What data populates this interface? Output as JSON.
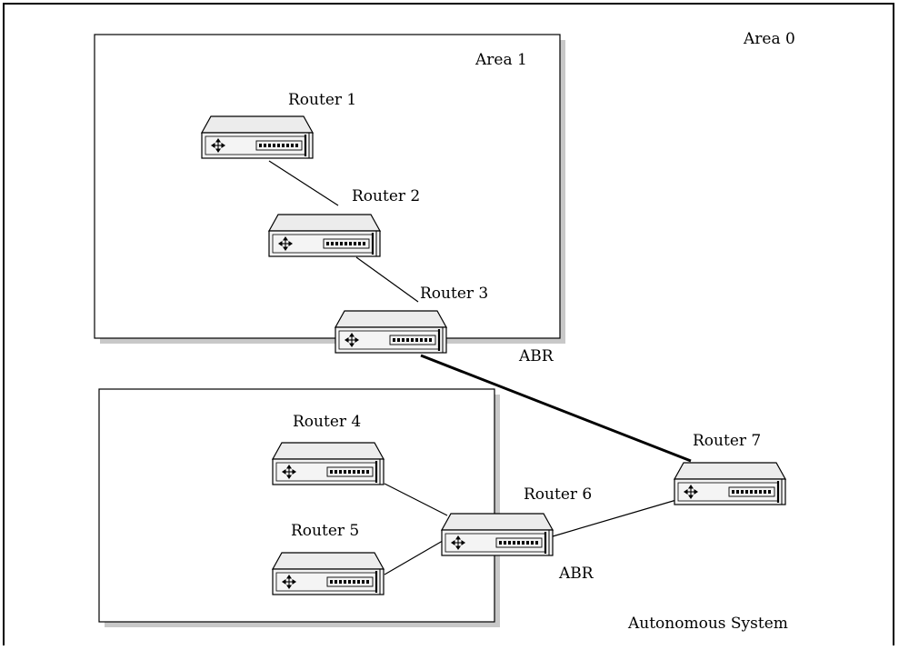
{
  "labels": {
    "area0": "Area 0",
    "area1": "Area 1",
    "autonomous_system": "Autonomous System",
    "abr_top": "ABR",
    "abr_bottom": "ABR"
  },
  "routers": [
    {
      "id": "r1",
      "label": "Router 1"
    },
    {
      "id": "r2",
      "label": "Router 2"
    },
    {
      "id": "r3",
      "label": "Router 3"
    },
    {
      "id": "r4",
      "label": "Router 4"
    },
    {
      "id": "r5",
      "label": "Router 5"
    },
    {
      "id": "r6",
      "label": "Router 6"
    },
    {
      "id": "r7",
      "label": "Router 7"
    }
  ],
  "links": [
    {
      "from": "r1",
      "to": "r2",
      "style": "thin"
    },
    {
      "from": "r2",
      "to": "r3",
      "style": "thin"
    },
    {
      "from": "r3",
      "to": "r7",
      "style": "thick"
    },
    {
      "from": "r4",
      "to": "r6",
      "style": "thin"
    },
    {
      "from": "r5",
      "to": "r6",
      "style": "thin"
    },
    {
      "from": "r6",
      "to": "r7",
      "style": "thin"
    }
  ],
  "colors": {
    "outline": "#000000",
    "area_shadow": "#c8c8c8",
    "router_fill": "#f2f2f2",
    "router_shade": "#cfcfcf"
  }
}
